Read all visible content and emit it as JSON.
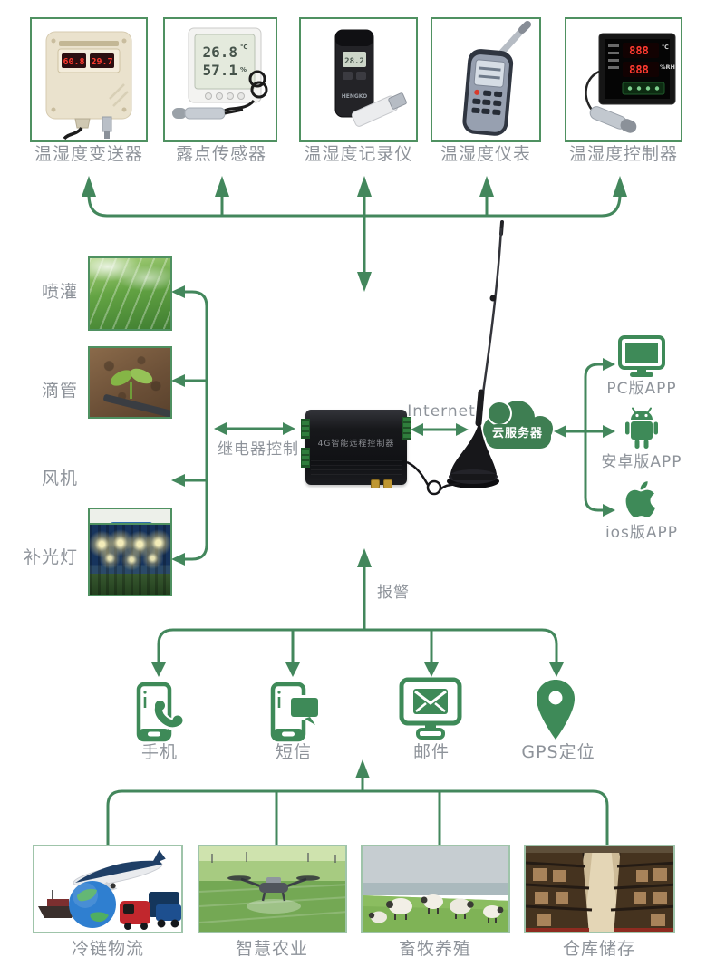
{
  "colors": {
    "line_green": "#43875c",
    "icon_green": "#3e8a58",
    "cloud_green": "#3e7e52",
    "label_gray": "#8e939a",
    "product_border_green": "#4f9161",
    "led_red": "#ff3b30"
  },
  "products": [
    {
      "label": "温湿度变送器",
      "screen_left": "60.8",
      "screen_right": "29.7"
    },
    {
      "label": "露点传感器",
      "screen_temp": "26.8",
      "screen_temp_unit": "℃",
      "screen_rh": "57.1",
      "screen_rh_unit": "%"
    },
    {
      "label": "温湿度记录仪",
      "screen_value": "28.2",
      "brand": "HENGKO"
    },
    {
      "label": "温湿度仪表"
    },
    {
      "label": "温湿度控制器",
      "screen_row1": "888",
      "screen_row1_unit": "℃",
      "screen_row2": "888",
      "screen_row2_unit": "%RH"
    }
  ],
  "relay": {
    "title": "继电器控制",
    "items": [
      {
        "label": "喷灌"
      },
      {
        "label": "滴管"
      },
      {
        "label": "风机"
      },
      {
        "label": "补光灯"
      }
    ]
  },
  "hub": {
    "device_label": "4G智能远程控制器",
    "internet_label": "Internet",
    "cloud_label": "云服务器"
  },
  "apps": [
    {
      "label": "PC版APP",
      "icon": "pc-monitor-icon"
    },
    {
      "label": "安卓版APP",
      "icon": "android-icon"
    },
    {
      "label": "ios版APP",
      "icon": "apple-icon"
    }
  ],
  "alarm": {
    "label": "报警",
    "channels": [
      {
        "label": "手机",
        "icon": "phone-call-icon"
      },
      {
        "label": "短信",
        "icon": "sms-phone-icon"
      },
      {
        "label": "邮件",
        "icon": "email-monitor-icon"
      },
      {
        "label": "GPS定位",
        "icon": "gps-pin-icon"
      }
    ]
  },
  "applications": [
    {
      "label": "冷链物流"
    },
    {
      "label": "智慧农业"
    },
    {
      "label": "畜牧养殖"
    },
    {
      "label": "仓库储存"
    }
  ]
}
